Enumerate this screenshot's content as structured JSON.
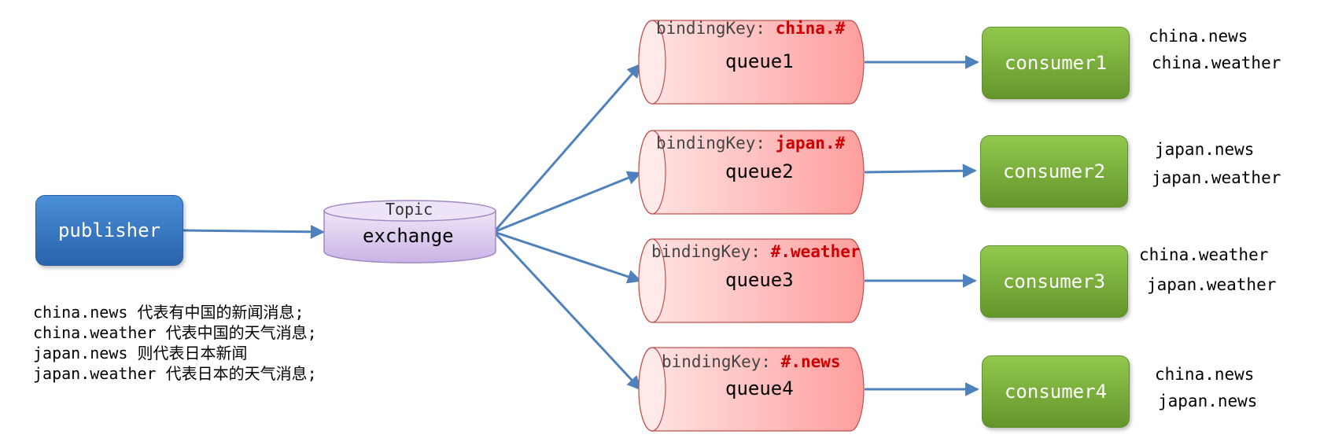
{
  "publisher": {
    "label": "publisher"
  },
  "exchange": {
    "type_label": "Topic",
    "label": "exchange"
  },
  "queues": [
    {
      "binding_prefix": "bindingKey: ",
      "binding_key": "china.#",
      "name": "queue1"
    },
    {
      "binding_prefix": "bindingKey: ",
      "binding_key": "japan.#",
      "name": "queue2"
    },
    {
      "binding_prefix": "bindingKey: ",
      "binding_key": "#.weather",
      "name": "queue3"
    },
    {
      "binding_prefix": "bindingKey: ",
      "binding_key": "#.news",
      "name": "queue4"
    }
  ],
  "consumers": [
    {
      "name": "consumer1",
      "receives": [
        "china.news",
        "china.weather"
      ]
    },
    {
      "name": "consumer2",
      "receives": [
        "japan.news",
        "japan.weather"
      ]
    },
    {
      "name": "consumer3",
      "receives": [
        "china.weather",
        "japan.weather"
      ]
    },
    {
      "name": "consumer4",
      "receives": [
        "china.news",
        "japan.news"
      ]
    }
  ],
  "legend": [
    "china.news 代表有中国的新闻消息;",
    "china.weather 代表中国的天气消息;",
    "japan.news 则代表日本新闻",
    "japan.weather 代表日本的天气消息;"
  ],
  "colors": {
    "arrow": "#4f81bd",
    "binding_key": "#cc0000",
    "publisher": "#2f6db8",
    "consumer": "#7aad3b",
    "queue": "#ff9e9e",
    "exchange": "#d9c8ee"
  }
}
